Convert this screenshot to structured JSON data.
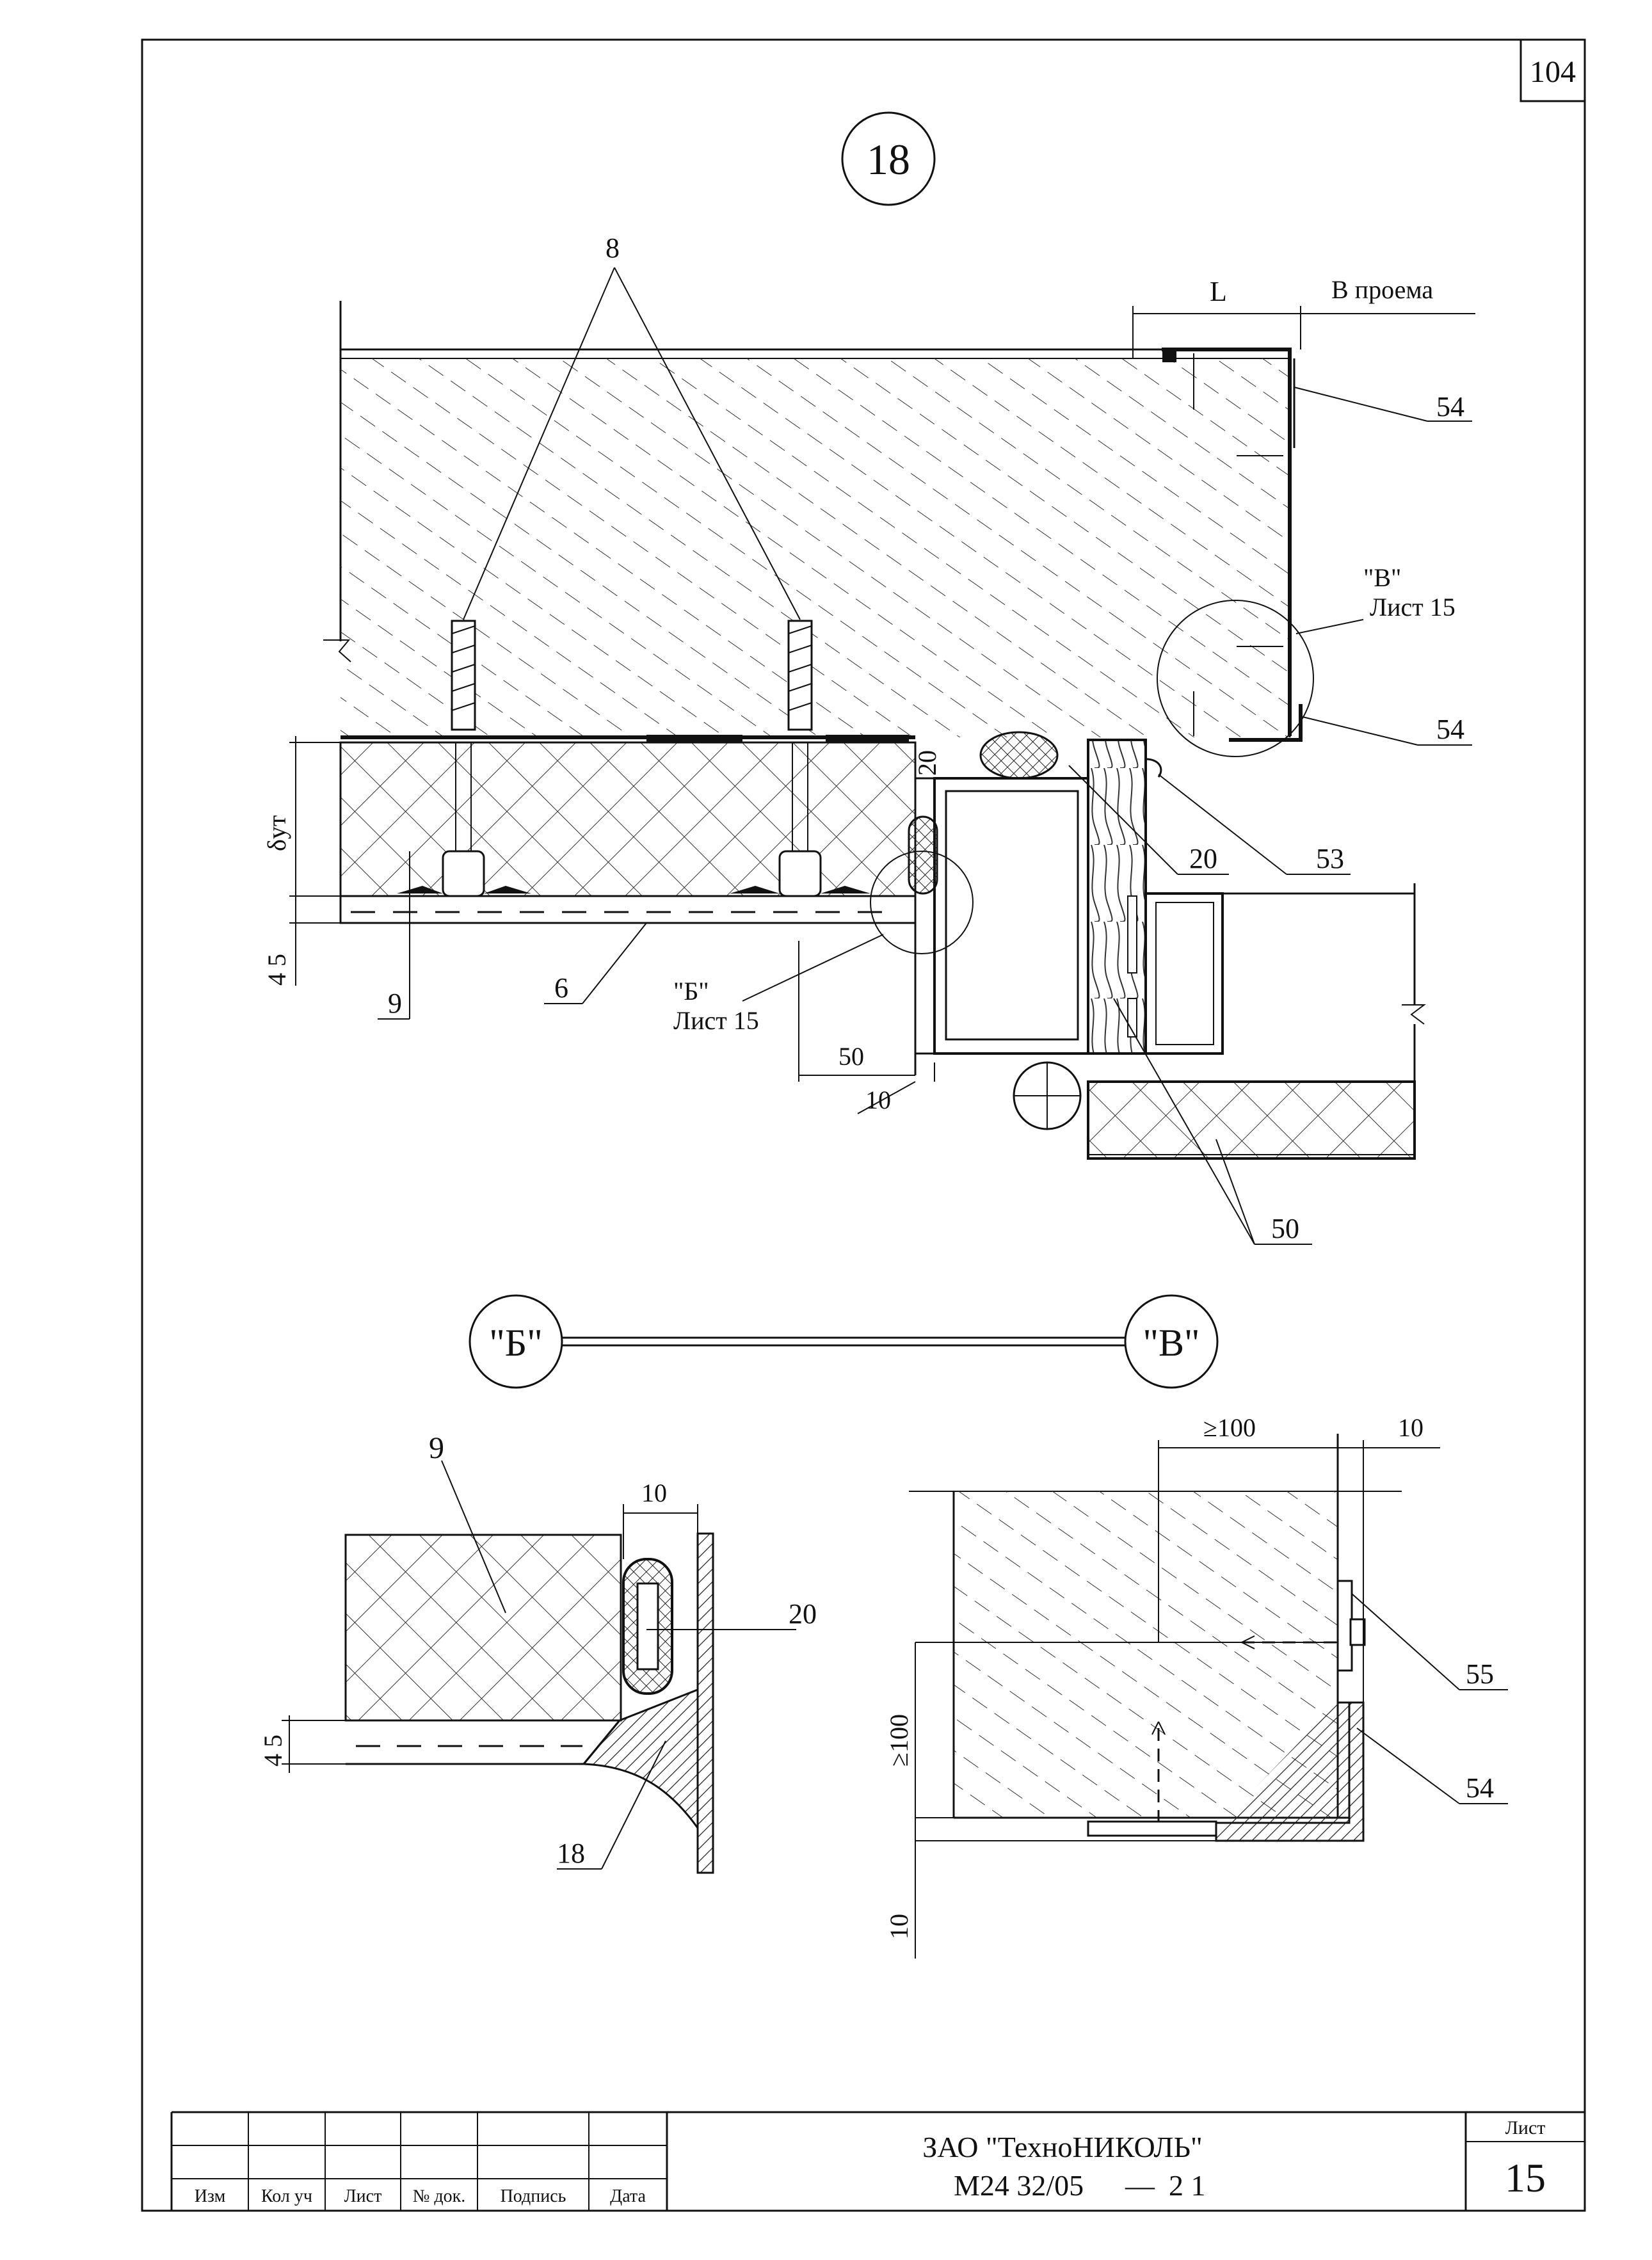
{
  "sheet": {
    "page_number": "104",
    "detail_number": "18",
    "company": "ЗАО \"ТехноНИКОЛЬ\"",
    "doc_code": "М24 32/05",
    "doc_dash": "—",
    "doc_suffix": "2 1",
    "list_label": "Лист",
    "list_number": "15"
  },
  "title_block_headers": [
    "Изм",
    "Кол уч",
    "Лист",
    "№ док.",
    "Подпись",
    "Дата"
  ],
  "main_view": {
    "leader_8": "8",
    "dim_L": "L",
    "opening_label": "В проема",
    "callout_54_top": "54",
    "callout_54_mid": "54",
    "callout_53": "53",
    "callout_20": "20",
    "callout_9": "9",
    "callout_6": "6",
    "callout_50": "50",
    "dim_20": "20",
    "dim_45": "4 5",
    "dim_50": "50",
    "dim_10": "10",
    "delta_label": "δут",
    "ref_B_mark": "\"Б\"",
    "ref_B_sheet": "Лист 15",
    "ref_V_mark": "\"В\"",
    "ref_V_sheet": "Лист 15"
  },
  "detail_labels": {
    "left": "\"Б\"",
    "right": "\"В\""
  },
  "detail_B": {
    "callout_9": "9",
    "callout_20": "20",
    "callout_18": "18",
    "dim_10": "10",
    "dim_45": "4 5"
  },
  "detail_V": {
    "dim_100_top": "≥100",
    "dim_10_top": "10",
    "dim_100_side": "≥100",
    "dim_10_side": "10",
    "callout_55": "55",
    "callout_54": "54"
  }
}
